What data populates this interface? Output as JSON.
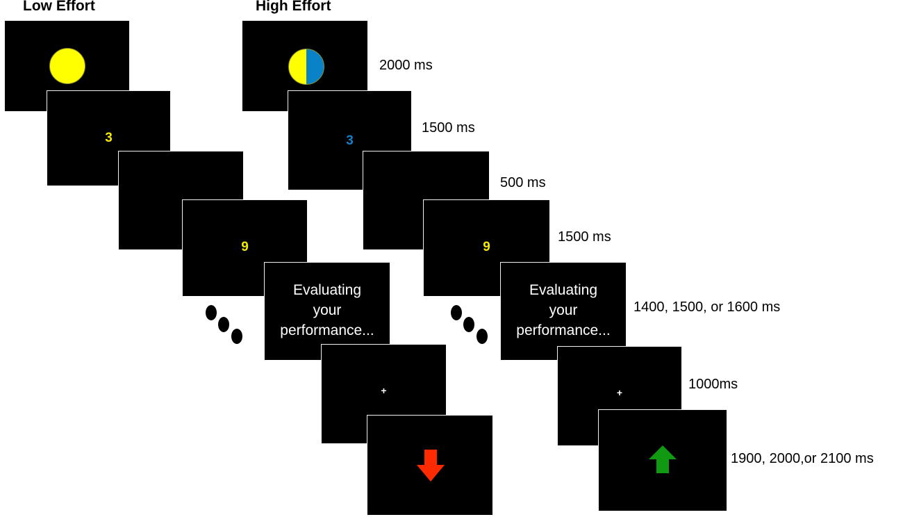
{
  "columns": {
    "low": {
      "title": "Low Effort"
    },
    "high": {
      "title": "High Effort"
    }
  },
  "screens": {
    "cue_digit": "3",
    "target_digit": "9",
    "feedback_text": [
      "Evaluating",
      "your",
      "performance..."
    ],
    "fixation": "+"
  },
  "timings": [
    "2000 ms",
    "1500 ms",
    "500 ms",
    "1500 ms",
    "1400, 1500, or 1600 ms",
    "1000ms",
    "1900, 2000,or 2100 ms"
  ],
  "colors": {
    "background": "#000000",
    "yellow": "#ffff00",
    "blue": "#0a82c8",
    "digit_yellow": "#f5e800",
    "digit_blue": "#1a7cc4",
    "arrow_red": "#ff2a00",
    "arrow_green": "#119911"
  },
  "icons": {
    "low_cue": "yellow-circle-icon",
    "high_cue": "yellow-blue-circle-icon",
    "low_outcome": "red-down-arrow-icon",
    "high_outcome": "green-up-arrow-icon",
    "continuation": "ellipsis-dots-icon"
  }
}
